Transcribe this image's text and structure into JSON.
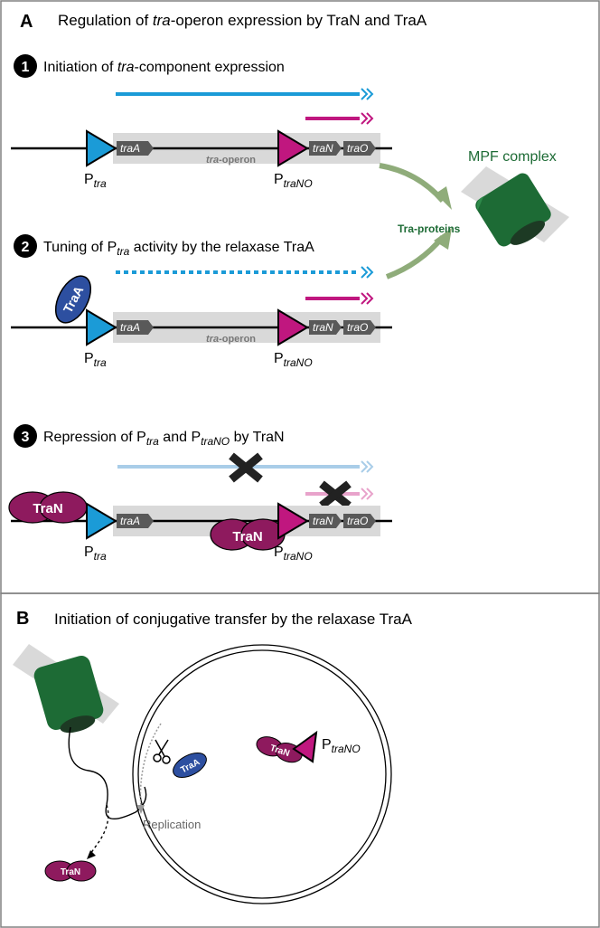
{
  "panelA": {
    "letter": "A",
    "title_pre": "Regulation of ",
    "title_italic": "tra",
    "title_post": "-operon expression by TraN and TraA"
  },
  "step1": {
    "number": "1",
    "label_italic": "tra",
    "label_pre": "Initiation of ",
    "label_post": "-component expression"
  },
  "step2": {
    "number": "2",
    "label_pre": "Tuning of P",
    "label_sub": "tra",
    "label_post": " activity by the relaxase TraA"
  },
  "step3": {
    "number": "3",
    "label_pre": "Repression of P",
    "label_sub1": "tra",
    "label_mid": " and P",
    "label_sub2": "traNO",
    "label_post": " by TraN"
  },
  "genes": {
    "traA": "traA",
    "traN": "traN",
    "traO": "traO",
    "operon_italic": "tra",
    "operon_post": "-operon"
  },
  "promoters": {
    "P": "P",
    "tra_sub": "tra",
    "traNO_sub": "traNO"
  },
  "proteins": {
    "TraA": "TraA",
    "TraN": "TraN",
    "tra_proteins": "Tra-proteins",
    "mpf_complex": "MPF complex"
  },
  "panelB": {
    "letter": "B",
    "title": "Initiation of conjugative transfer by the relaxase TraA",
    "replication": "Replication"
  },
  "colors": {
    "blue_promoter": "#1b9bd7",
    "magenta": "#c0177f",
    "protein_magenta": "#8e1a5e",
    "protein_blue": "#2d4fa0",
    "green": "#1d6b35",
    "light_green": "#8fac7a",
    "gene_gray": "#595959",
    "operon_gray": "#d9d9d9"
  }
}
